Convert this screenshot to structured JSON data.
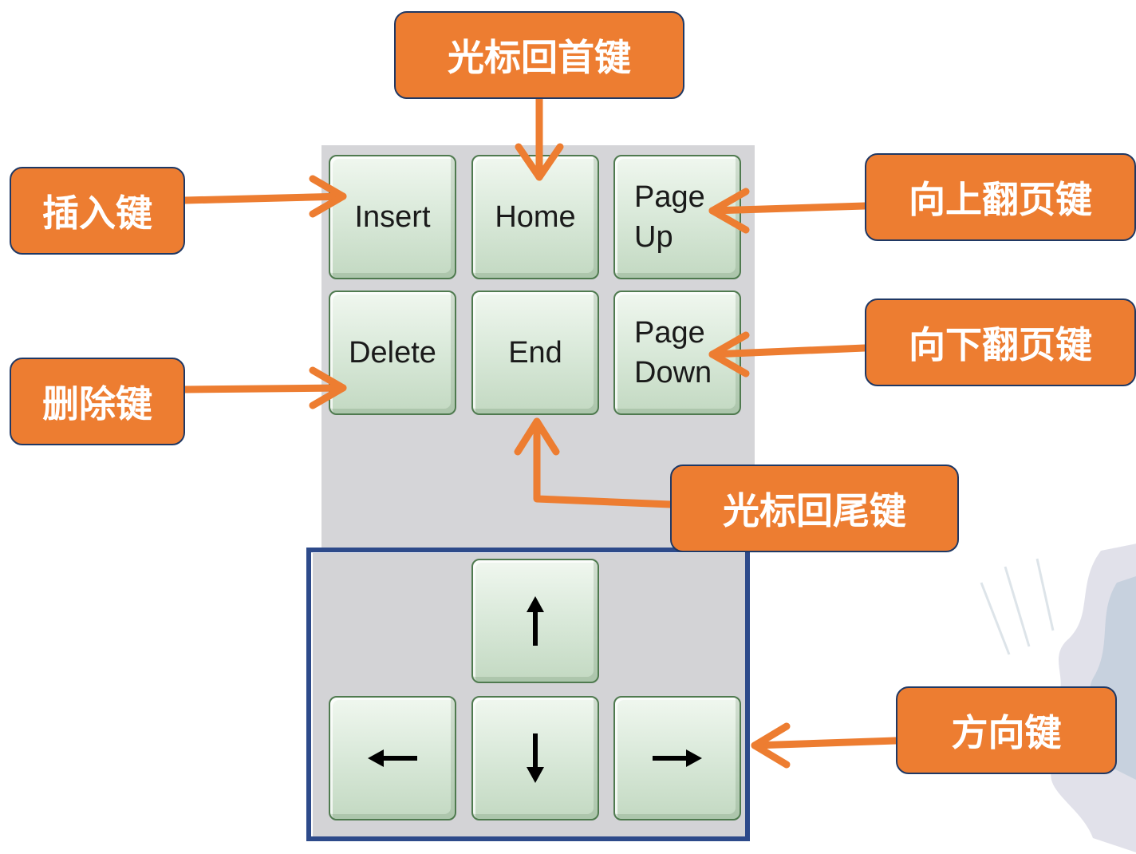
{
  "colors": {
    "callout": "#ed7d31",
    "callout_border": "#1f3864",
    "arrow": "#ed7d31",
    "frame": "#2d4a8a",
    "key": "#dbeadb"
  },
  "keys": {
    "insert": "Insert",
    "home": "Home",
    "page_up": [
      "Page",
      "Up"
    ],
    "delete": "Delete",
    "end": "End",
    "page_down": [
      "Page",
      "Down"
    ],
    "arrow_up": "↑",
    "arrow_left": "←",
    "arrow_down": "↓",
    "arrow_right": "→"
  },
  "callouts": {
    "home": "光标回首键",
    "insert": "插入键",
    "page_up": "向上翻页键",
    "page_down": "向下翻页键",
    "delete": "删除键",
    "end": "光标回尾键",
    "arrows": "方向键"
  }
}
